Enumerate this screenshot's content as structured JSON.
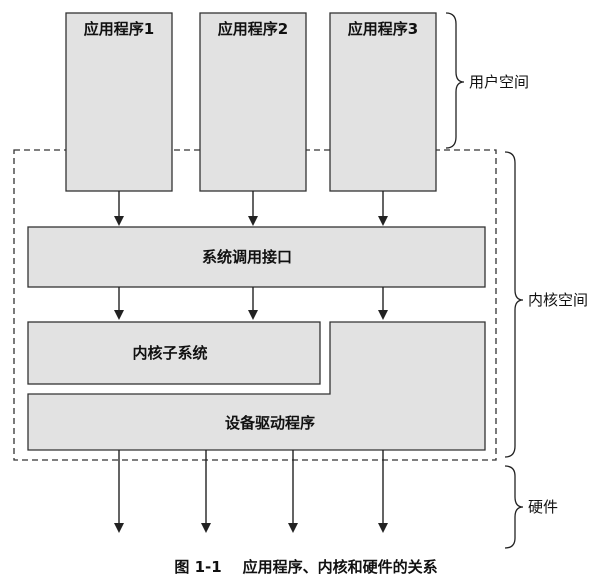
{
  "apps": [
    {
      "label": "应用程序1"
    },
    {
      "label": "应用程序2"
    },
    {
      "label": "应用程序3"
    }
  ],
  "syscall_label": "系统调用接口",
  "subsystem_label": "内核子系统",
  "driver_label": "设备驱动程序",
  "regions": {
    "user_space": "用户空间",
    "kernel_space": "内核空间",
    "hardware": "硬件"
  },
  "caption": "图 1-1    应用程序、内核和硬件的关系",
  "colors": {
    "box_fill": "#e2e2e2",
    "stroke": "#333333"
  }
}
